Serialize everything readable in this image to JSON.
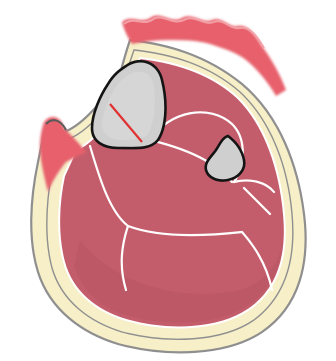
{
  "illustration": {
    "colors": {
      "background": "#ffffff",
      "tissue": "#c45d6b",
      "tissue_shadow": "#b34f5e",
      "highlight": "#e7616c",
      "fat_layer": "#f6efc8",
      "boundary": "#ffffff",
      "outline": "#8f8f8f",
      "bone_fill": "#cfcfcf",
      "bone_outline": "#141414",
      "red_line": "#e03030"
    },
    "parts": [
      "outer-skin-boundary",
      "fat-layer",
      "muscle-mass",
      "compartment-boundaries",
      "large-bone",
      "small-bone",
      "torn-edge-highlights",
      "red-cut-line"
    ]
  }
}
